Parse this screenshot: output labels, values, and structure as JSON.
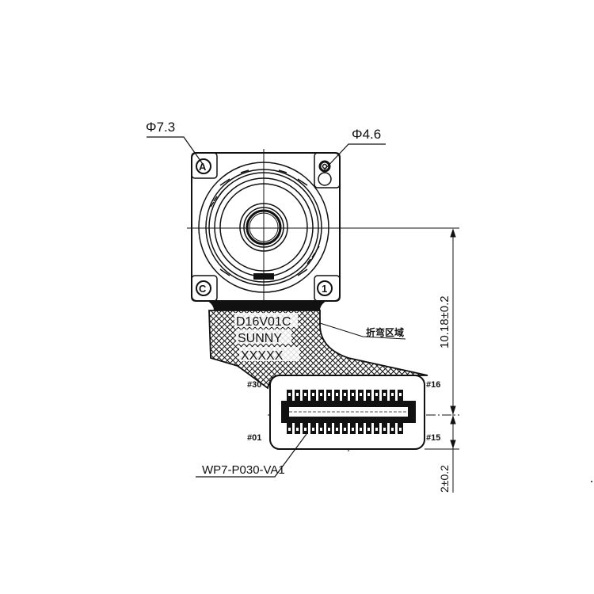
{
  "drawing": {
    "title": "Camera module mechanical drawing (front view)",
    "stroke_color": "#111111",
    "background_color": "#ffffff"
  },
  "dimensions": {
    "hole_a_diameter": "Φ7.3",
    "hole_b_diameter": "Φ4.6",
    "height_main": "10.18±0.2",
    "height_connector": "2±0.2"
  },
  "markers": {
    "corner_top_left": "A",
    "corner_bottom_left": "C",
    "corner_bottom_right": "1"
  },
  "flex_cable": {
    "line1": "D16V01C",
    "line2": "SUNNY",
    "line3": "XXXXX",
    "bend_area_label": "折弯区域"
  },
  "connector": {
    "part_number": "WP7-P030-VA1",
    "pin_labels": {
      "top_left": "#30",
      "top_right": "#16",
      "bottom_left": "#01",
      "bottom_right": "#15"
    },
    "pins_per_row": 15
  }
}
